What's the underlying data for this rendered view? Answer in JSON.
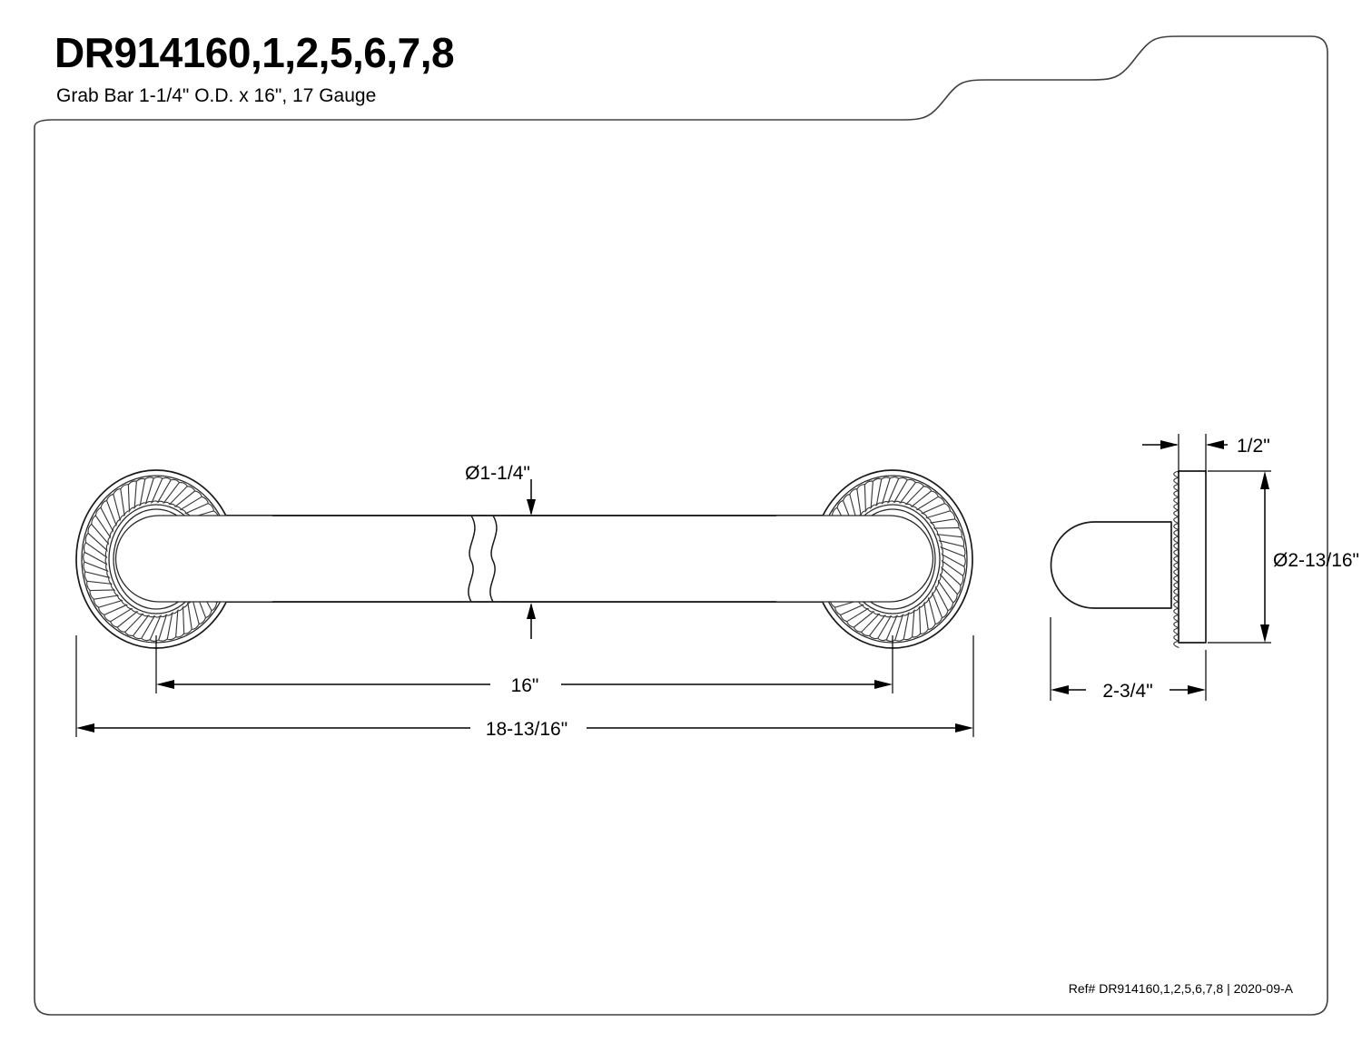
{
  "document": {
    "title": "DR914160,1,2,5,6,7,8",
    "subtitle": "Grab Bar 1-1/4\" O.D. x 16\", 17 Gauge",
    "reference": "Ref# DR914160,1,2,5,6,7,8 | 2020-09-A"
  },
  "colors": {
    "frame": "#404040",
    "line": "#1a1a1a",
    "dimension": "#000000",
    "background": "#ffffff"
  },
  "front_view": {
    "name": "Grab Bar Front Elevation",
    "dimensions": {
      "bar_diameter": "Ø1-1/4\"",
      "center_to_center": "16\"",
      "overall_length": "18-13/16\""
    },
    "features": {
      "break_symbol": "double-wavy-break",
      "flange_style": "rope-twist-ring",
      "bar_end": "rounded"
    }
  },
  "side_view": {
    "name": "Flange Side Profile",
    "dimensions": {
      "flange_thickness": "1/2\"",
      "flange_diameter": "Ø2-13/16\"",
      "projection": "2-3/4\""
    },
    "features": {
      "flange_edge": "serrated-rope-texture",
      "post_end": "rounded"
    }
  },
  "dimension_labels": [
    {
      "id": "bar-dia",
      "text": "Ø1-1/4\""
    },
    {
      "id": "center-span",
      "text": "16\""
    },
    {
      "id": "overall",
      "text": "18-13/16\""
    },
    {
      "id": "flange-thickness",
      "text": "1/2\""
    },
    {
      "id": "flange-dia",
      "text": "Ø2-13/16\""
    },
    {
      "id": "projection",
      "text": "2-3/4\""
    }
  ]
}
